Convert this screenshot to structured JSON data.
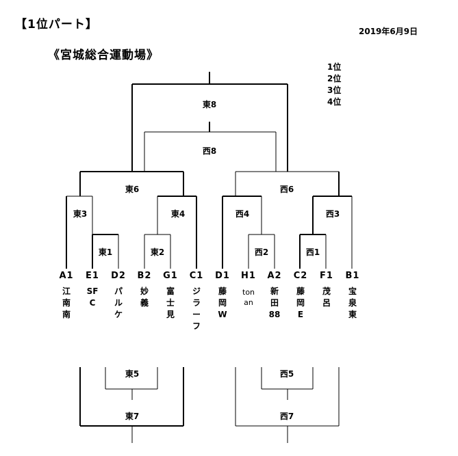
{
  "header": {
    "title": "【1位パート】",
    "date": "2019年6月9日",
    "venue": "《宮城総合運動場》"
  },
  "ranks": [
    "1位",
    "2位",
    "3位",
    "4位"
  ],
  "matches": {
    "east1": "東1",
    "east2": "東2",
    "east3": "東3",
    "east4": "東4",
    "east5": "東5",
    "east6": "東6",
    "east7": "東7",
    "east8": "東8",
    "west1": "西1",
    "west2": "西2",
    "west3": "西3",
    "west4": "西4",
    "west5": "西5",
    "west6": "西6",
    "west7": "西7",
    "west8": "西8"
  },
  "teams": [
    {
      "code": "A1",
      "name": "江南南"
    },
    {
      "code": "E1",
      "name": "SFC"
    },
    {
      "code": "D2",
      "name": "パルケ"
    },
    {
      "code": "B2",
      "name": "妙義"
    },
    {
      "code": "G1",
      "name": "富士見"
    },
    {
      "code": "C1",
      "name": "ジラーフ"
    },
    {
      "code": "D1",
      "name": "藤岡W"
    },
    {
      "code": "H1",
      "name": "tonan"
    },
    {
      "code": "A2",
      "name": "新田88"
    },
    {
      "code": "C2",
      "name": "藤岡E"
    },
    {
      "code": "F1",
      "name": "茂呂"
    },
    {
      "code": "B1",
      "name": "宝泉東"
    }
  ]
}
